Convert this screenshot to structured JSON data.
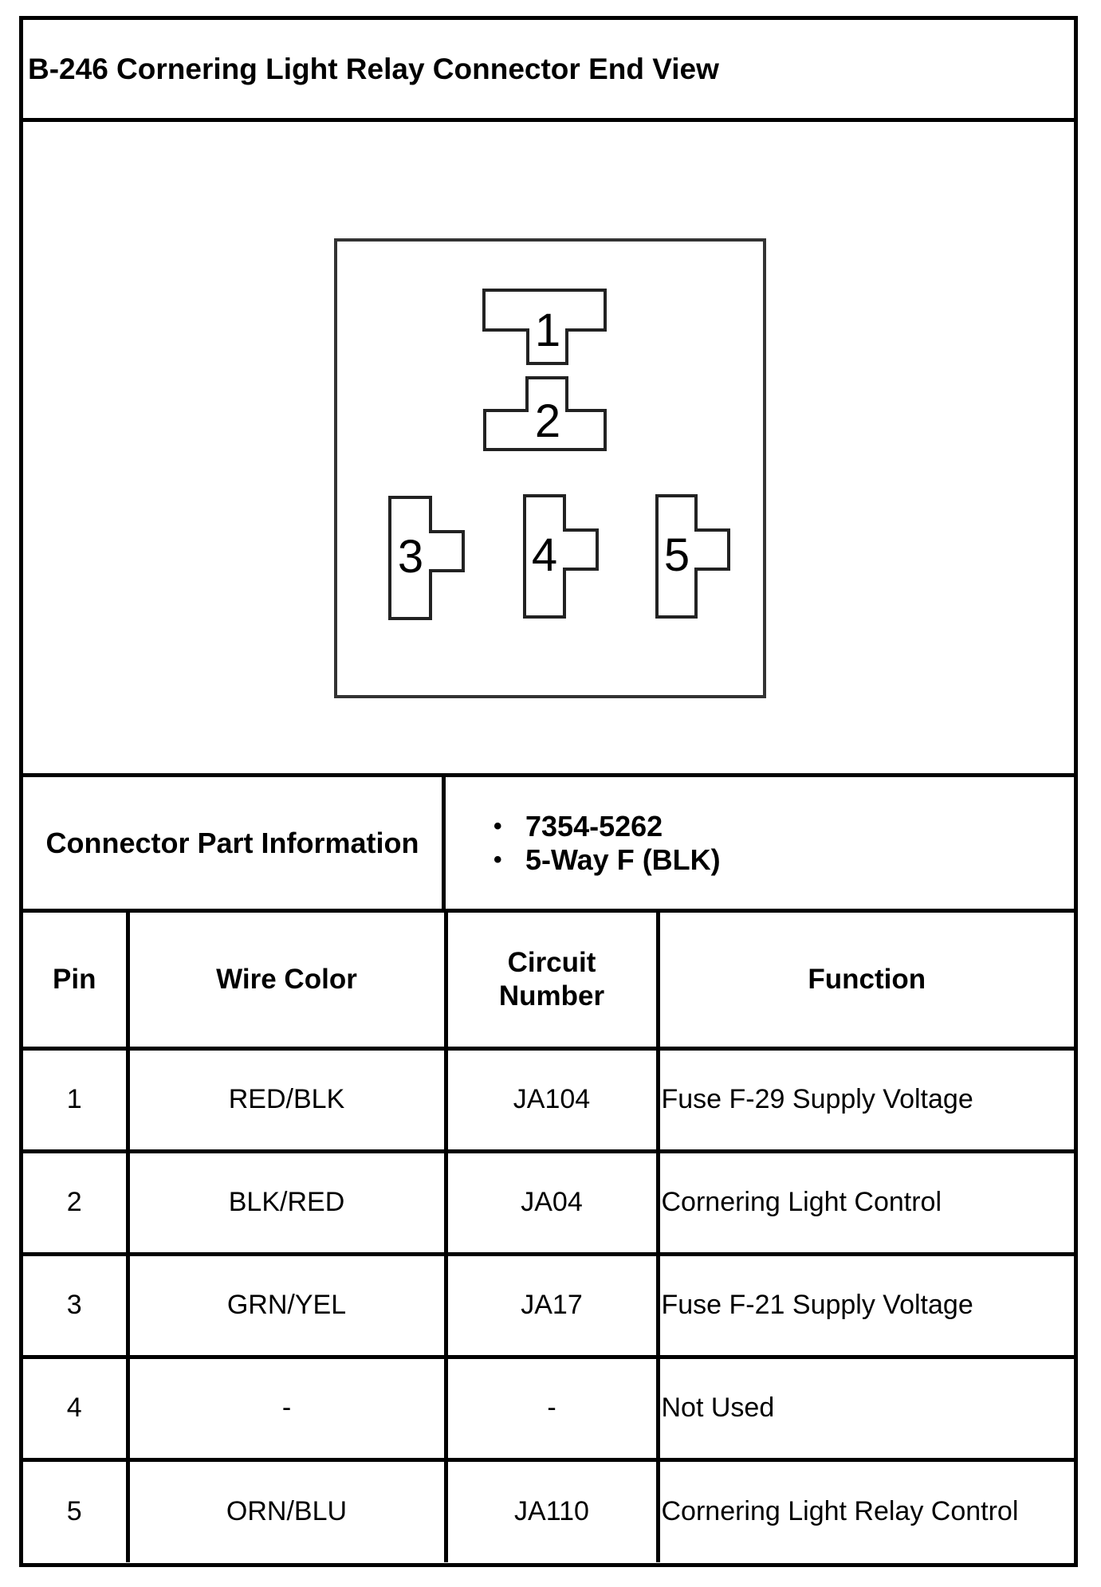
{
  "title": "B-246 Cornering Light Relay Connector End View",
  "connector": {
    "pins": [
      {
        "label": "1"
      },
      {
        "label": "2"
      },
      {
        "label": "3"
      },
      {
        "label": "4"
      },
      {
        "label": "5"
      }
    ]
  },
  "part_info": {
    "label": "Connector Part Information",
    "items": [
      "7354-5262",
      "5-Way F (BLK)"
    ]
  },
  "table": {
    "headers": {
      "pin": "Pin",
      "wire_color": "Wire Color",
      "circuit_line1": "Circuit",
      "circuit_line2": "Number",
      "function": "Function"
    },
    "rows": [
      {
        "pin": "1",
        "wire_color": "RED/BLK",
        "circuit": "JA104",
        "function": "Fuse F-29 Supply Voltage"
      },
      {
        "pin": "2",
        "wire_color": "BLK/RED",
        "circuit": "JA04",
        "function": "Cornering Light Control"
      },
      {
        "pin": "3",
        "wire_color": "GRN/YEL",
        "circuit": "JA17",
        "function": "Fuse F-21 Supply Voltage"
      },
      {
        "pin": "4",
        "wire_color": "-",
        "circuit": "-",
        "function": "Not Used"
      },
      {
        "pin": "5",
        "wire_color": "ORN/BLU",
        "circuit": "JA110",
        "function": "Cornering Light Relay Control"
      }
    ]
  }
}
